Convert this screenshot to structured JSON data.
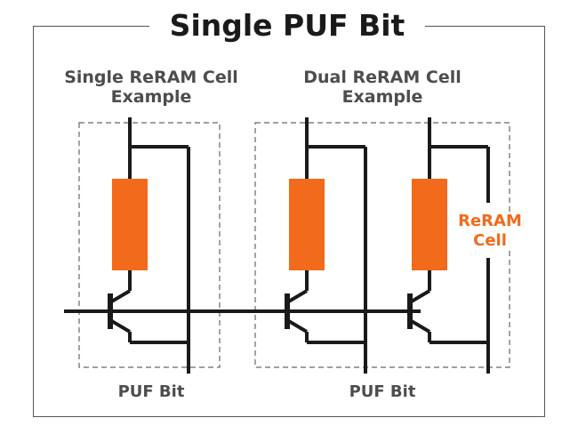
{
  "title": "Single PUF Bit",
  "labels": {
    "single_cell_line1": "Single ReRAM Cell",
    "single_cell_line2": "Example",
    "dual_cell_line1": "Dual ReRAM Cell",
    "dual_cell_line2": "Example",
    "reram_line1": "ReRAM",
    "reram_line2": "Cell",
    "puf_bit_left": "PUF Bit",
    "puf_bit_right": "PUF Bit"
  },
  "colors": {
    "wire": "#1a1a1a",
    "resistor": "#f26a1b",
    "dashed_box": "#666666",
    "label_gray": "#4d4d4d",
    "accent": "#f26a1b"
  }
}
